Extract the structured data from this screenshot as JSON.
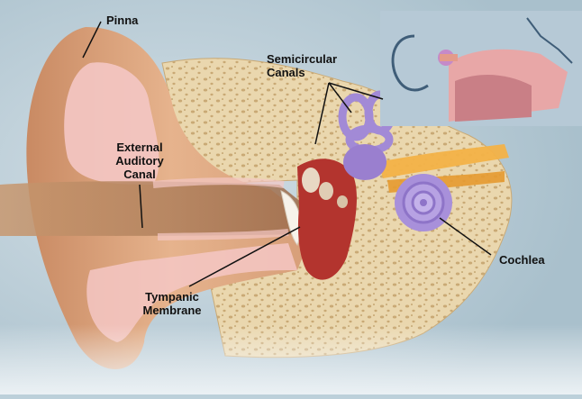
{
  "labels": {
    "pinna": "Pinna",
    "external_line1": "External",
    "external_line2": "Auditory",
    "external_line3": "Canal",
    "semicircular_line1": "Semicircular",
    "semicircular_line2": "Canals",
    "cochlea": "Cochlea",
    "tympanic_line1": "Tympanic",
    "tympanic_line2": "Membrane"
  },
  "colors": {
    "background": "#bcd0da",
    "skin": "#e9b890",
    "skin_shadow": "#c98a63",
    "cartilage": "#f4c7c4",
    "bone": "#ead7ae",
    "bone_pores": "#c9a975",
    "canal": "#b88760",
    "semicircular": "#a28ad6",
    "middle_ear": "#b3342e",
    "nerve": "#f3b247",
    "inset_bg": "#b6c9d6"
  }
}
